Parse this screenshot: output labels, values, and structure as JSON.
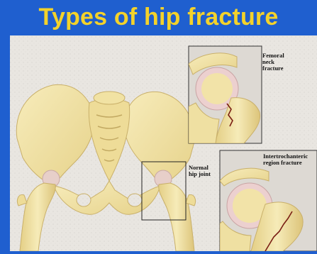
{
  "title": "Types of hip fracture",
  "labels": {
    "femoral_neck": "Femoral\nneck\nfracture",
    "normal_hip": "Normal\nhip joint",
    "intertrochanteric": "Intertrochanteric\nregion fracture"
  },
  "colors": {
    "frame_blue": "#1f5fcf",
    "title_yellow": "#f3d22b",
    "background_gray": "#e9e6e1",
    "bone": "#f2e5a6",
    "bone_shadow": "#d9c37a",
    "cartilage": "#e8c7c9",
    "fracture_line": "#7a1f14"
  }
}
